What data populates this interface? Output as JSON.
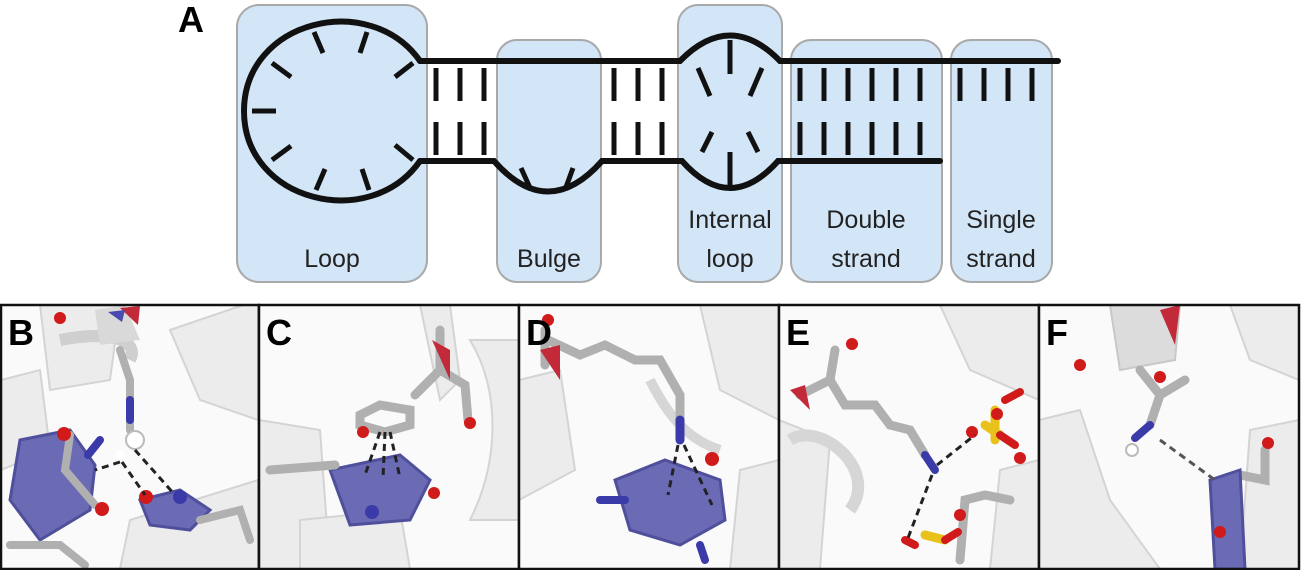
{
  "panel_a": {
    "letter": "A",
    "regions": [
      {
        "id": "loop",
        "lines": [
          "Loop"
        ]
      },
      {
        "id": "bulge",
        "lines": [
          "Bulge"
        ]
      },
      {
        "id": "internal-loop",
        "lines": [
          "Internal",
          "loop"
        ]
      },
      {
        "id": "double-strand",
        "lines": [
          "Double",
          "strand"
        ]
      },
      {
        "id": "single-strand",
        "lines": [
          "Single",
          "strand"
        ]
      }
    ]
  },
  "structure_panels": [
    {
      "letter": "B"
    },
    {
      "letter": "C"
    },
    {
      "letter": "D"
    },
    {
      "letter": "E"
    },
    {
      "letter": "F"
    }
  ],
  "colors": {
    "region_fill": "#d3e6f7",
    "region_stroke": "#a9a9a9",
    "strand": "#111111",
    "nucleobase": "#6a6ab5",
    "oxygen": "#d11a1a",
    "nitrogen": "#3a3aa8",
    "phosphorus": "#e8c21a",
    "carbon": "#b9b9b9"
  }
}
